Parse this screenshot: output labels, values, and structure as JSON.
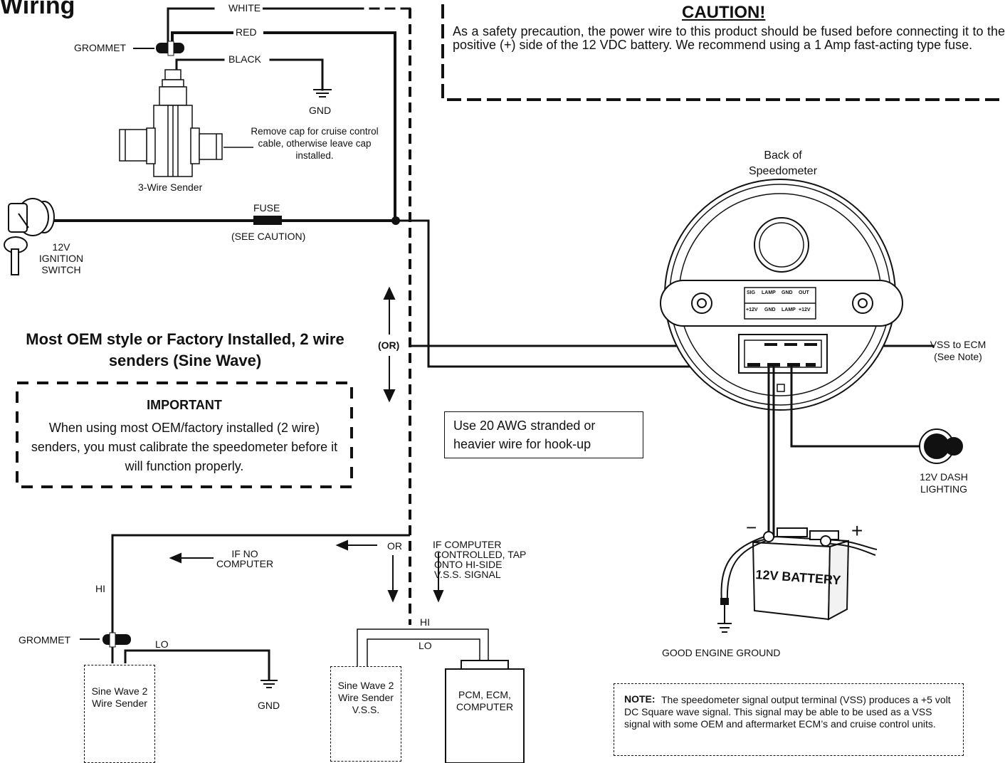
{
  "title": "Wiring",
  "caution": {
    "heading": "CAUTION!",
    "text": "As a safety precaution, the power wire to this product should be fused before connecting it to the positive (+) side of the 12 VDC battery. We recommend using a 1 Amp fast-acting type fuse."
  },
  "top_sender": {
    "wire_white": "WHITE",
    "wire_red": "RED",
    "wire_black": "BLACK",
    "grommet": "GROMMET",
    "gnd": "GND",
    "cap_note": "Remove cap for cruise control cable, otherwise leave cap installed.",
    "sender_label": "3-Wire Sender"
  },
  "ignition": {
    "switch_label": "12V IGNITION SWITCH",
    "fuse_label": "FUSE",
    "fuse_note": "(SEE CAUTION)"
  },
  "or_label": "(OR)",
  "oem_heading": "Most OEM style or Factory Installed, 2 wire senders (Sine Wave)",
  "important": {
    "title": "IMPORTANT",
    "text": "When using most OEM/factory installed (2 wire) senders, you must calibrate the speedometer before it will function properly."
  },
  "wire_note": "Use 20 AWG stranded or heavier wire for hook-up",
  "speedometer": {
    "back_label": "Back of Speedometer",
    "terminals_top": [
      "SIG",
      "LAMP",
      "GND",
      "OUT"
    ],
    "terminals_bottom": [
      "+12V",
      "GND",
      "LAMP",
      "+12V"
    ],
    "vss_label": "VSS to ECM (See Note)",
    "dash_lighting": "12V DASH LIGHTING",
    "battery_label": "12V BATTERY",
    "minus": "−",
    "plus": "+",
    "engine_ground": "GOOD ENGINE GROUND"
  },
  "bottom": {
    "if_no_computer": "IF NO COMPUTER",
    "or": "OR",
    "if_computer": "IF COMPUTER CONTROLLED, TAP ONTO HI-SIDE V.S.S. SIGNAL",
    "hi_left": "HI",
    "grommet": "GROMMET",
    "lo_left": "LO",
    "gnd": "GND",
    "sender_left": "Sine Wave 2 Wire Sender",
    "hi_right": "HI",
    "lo_right": "LO",
    "sender_right": "Sine Wave 2 Wire Sender V.S.S.",
    "pcm": "PCM, ECM, COMPUTER"
  },
  "note": {
    "label": "NOTE:",
    "text": "The speedometer signal output terminal (VSS) produces a +5 volt DC Square wave signal. This signal may be able to be used as a VSS signal with some OEM and aftermarket ECM’s and cruise control units."
  },
  "colors": {
    "ink": "#111111",
    "paper": "#ffffff",
    "battery_face": "#f2f2f2"
  }
}
